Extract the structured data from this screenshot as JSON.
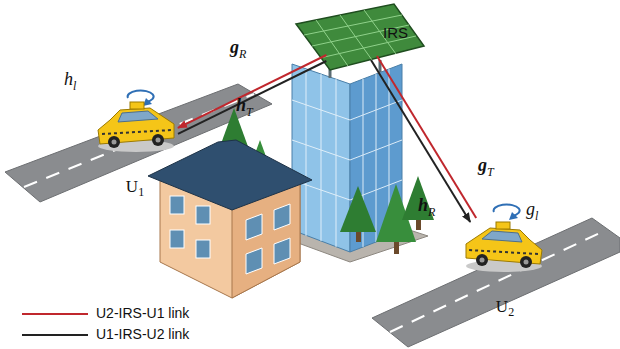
{
  "diagram": {
    "nodes": [
      {
        "text": [
          "U1"
        ]
      },
      {
        "text": [
          "IRS"
        ]
      },
      {
        "text": [
          "U2"
        ]
      }
    ],
    "edges": [
      {
        "from": 1,
        "to": 0,
        "arrow": "to",
        "label": "gR"
      },
      {
        "from": 2,
        "to": 1,
        "arrow": "none",
        "label": "gT"
      },
      {
        "from": 0,
        "to": 1,
        "arrow": "none",
        "label": "hT"
      },
      {
        "from": 1,
        "to": 2,
        "arrow": "to",
        "label": "hR"
      }
    ],
    "labels": [
      "hl",
      "gl"
    ],
    "legend": [
      {
        "text": "U2-IRS-U1 link"
      },
      {
        "text": "U1-IRS-U2 link"
      }
    ]
  }
}
